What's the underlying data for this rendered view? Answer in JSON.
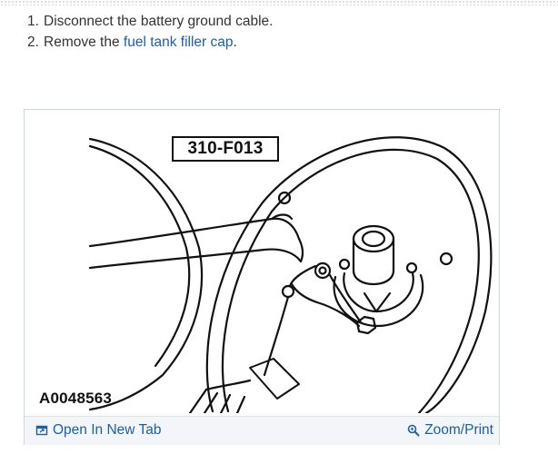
{
  "steps": [
    {
      "number": "1.",
      "text": "Disconnect the battery ground cable."
    },
    {
      "number": "2.",
      "text_before": "Remove the ",
      "link": "fuel tank filler cap",
      "text_after": "."
    }
  ],
  "figure": {
    "label_top": "310-F013",
    "label_bottom": "A0048563",
    "open_new_tab": "Open In New Tab",
    "zoom_print": "Zoom/Print"
  },
  "icons": {
    "open_new_tab": "external-window-icon",
    "zoom_print": "magnifier-icon"
  },
  "colors": {
    "link": "#1a5fa8",
    "text": "#333333",
    "footer_bg": "#f3f5f8"
  }
}
